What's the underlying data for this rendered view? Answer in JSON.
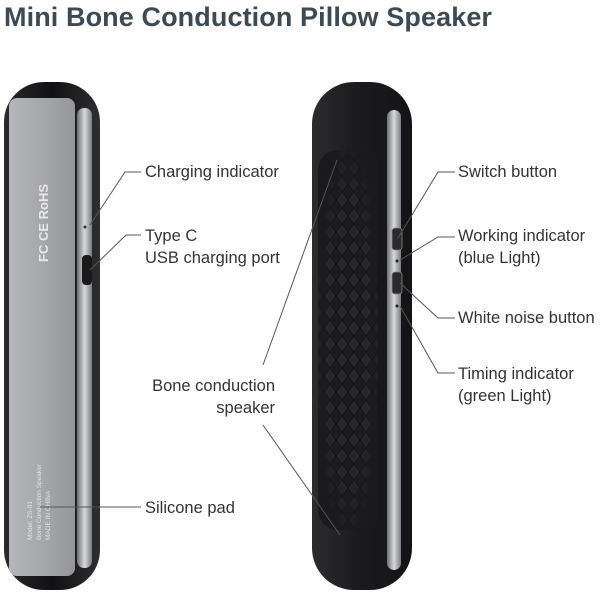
{
  "title": "Mini Bone Conduction Pillow Speaker",
  "labels": {
    "charging_indicator": "Charging indicator",
    "type_c_line1": "Type C",
    "type_c_line2": "USB charging port",
    "bone_line1": "Bone conduction",
    "bone_line2": "speaker",
    "silicone_pad": "Silicone pad",
    "switch_button": "Switch button",
    "working_line1": "Working indicator",
    "working_line2": "(blue Light)",
    "white_noise": "White noise button",
    "timing_line1": "Timing indicator",
    "timing_line2": "(green Light)"
  },
  "device_markings": {
    "certifications": "FC CE RoHS",
    "model_text": "Model: ZS-01",
    "brand_text": "Bone Conduction Speaker",
    "made_in": "MADE IN CHINA"
  },
  "colors": {
    "title": "#3c4a55",
    "shell": "#1e1e20",
    "panel": "#a8a9ad",
    "line": "#555555"
  }
}
